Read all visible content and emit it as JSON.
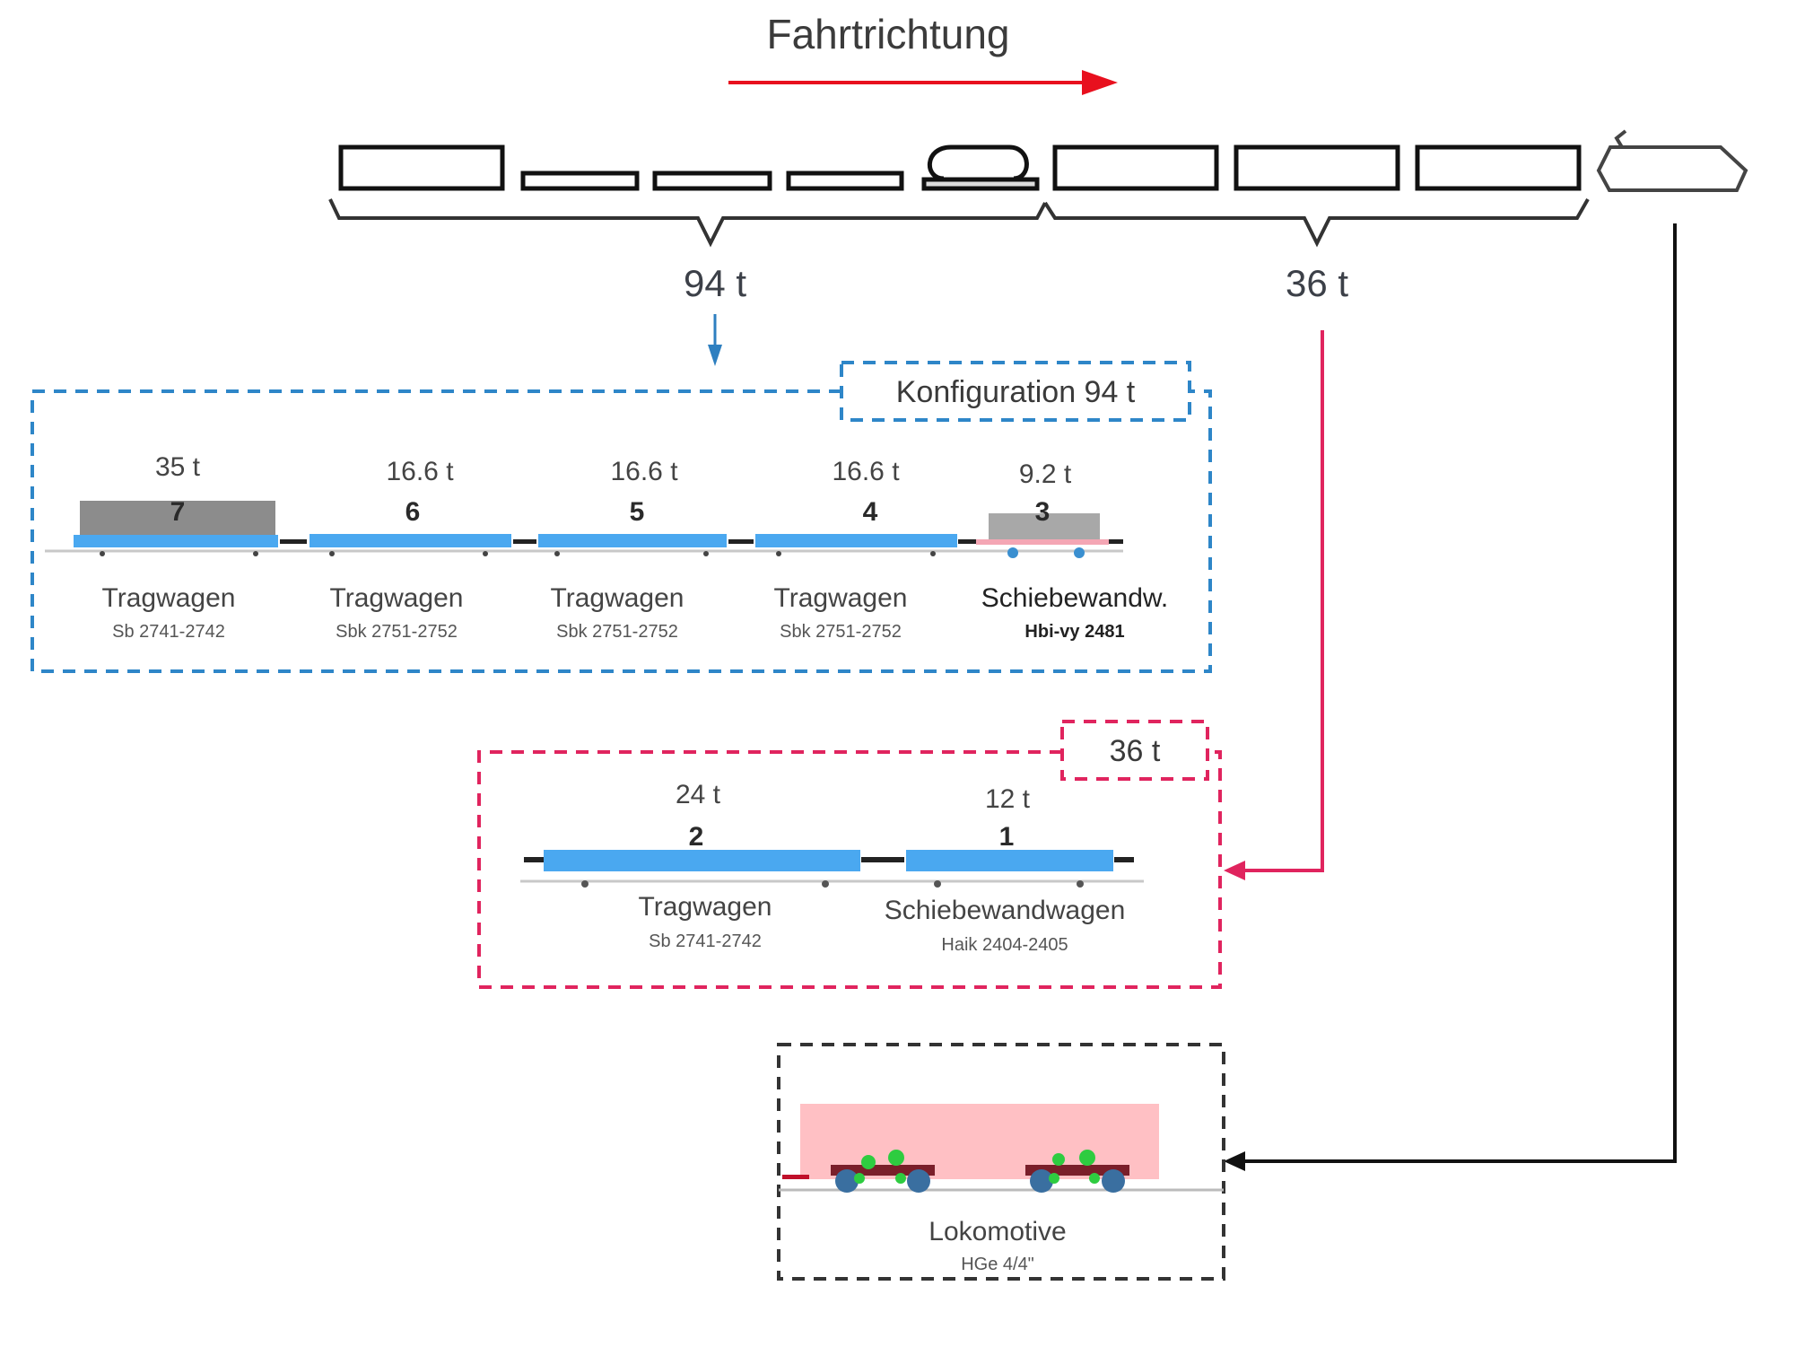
{
  "header": {
    "direction_label": "Fahrtrichtung",
    "direction_arrow_color": "#e8101e"
  },
  "overview": {
    "group_94_label": "94 t",
    "group_36_label": "36 t",
    "wagon_count_94_group": 5,
    "wagon_count_36_group": 3,
    "has_locomotive": true
  },
  "config_94": {
    "title": "Konfiguration 94 t",
    "border_color": "#2e86c8",
    "wagons": [
      {
        "number": "7",
        "weight": "35 t",
        "type": "Tragwagen",
        "series": "Sb 2741-2742",
        "load": "loaded"
      },
      {
        "number": "6",
        "weight": "16.6 t",
        "type": "Tragwagen",
        "series": "Sbk 2751-2752",
        "load": "empty"
      },
      {
        "number": "5",
        "weight": "16.6 t",
        "type": "Tragwagen",
        "series": "Sbk 2751-2752",
        "load": "empty"
      },
      {
        "number": "4",
        "weight": "16.6 t",
        "type": "Tragwagen",
        "series": "Sbk 2751-2752",
        "load": "empty"
      },
      {
        "number": "3",
        "weight": "9.2 t",
        "type": "Schiebewandw.",
        "series": "Hbi-vy 2481",
        "load": "box"
      }
    ]
  },
  "config_36": {
    "title": "36 t",
    "border_color": "#e0245e",
    "wagons": [
      {
        "number": "2",
        "weight": "24 t",
        "type": "Tragwagen",
        "series": "Sb 2741-2742"
      },
      {
        "number": "1",
        "weight": "12 t",
        "type": "Schiebewandwagen",
        "series": "Haik 2404-2405"
      }
    ]
  },
  "locomotive": {
    "type": "Lokomotive",
    "series": "HGe 4/4\"",
    "border_color": "#333333"
  },
  "colors": {
    "wagon_deck": "#4aa8f0",
    "load_grey": "#8c8c8c",
    "loco_body": "#ffc0c4",
    "connector_pink": "#e0245e",
    "connector_blue": "#2e7fc0",
    "connector_black": "#111111"
  }
}
